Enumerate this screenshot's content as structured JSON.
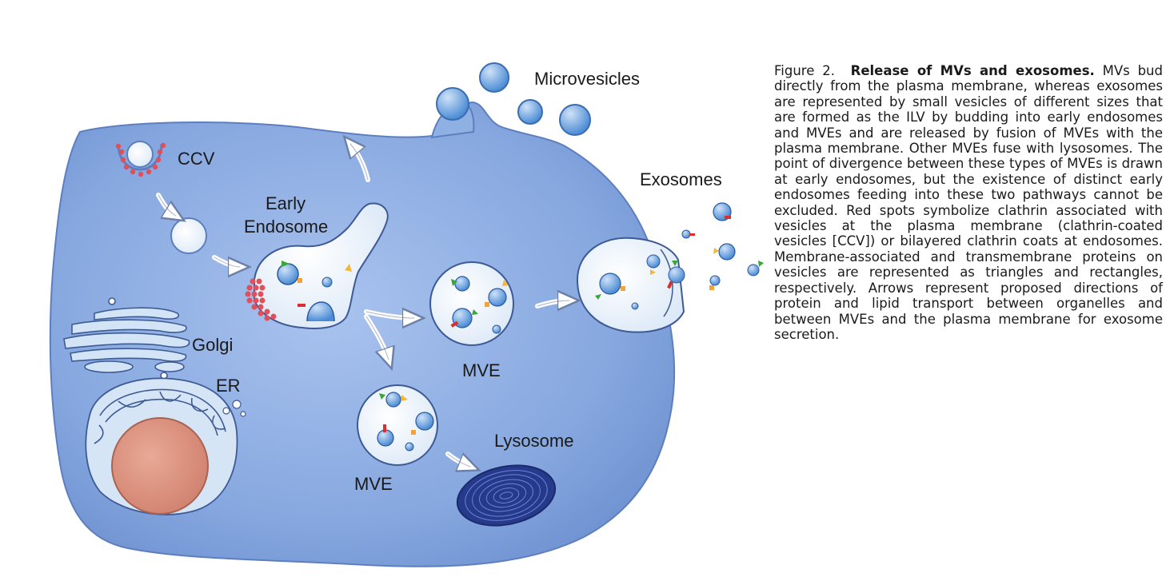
{
  "labels": {
    "microvesicles": "Microvesicles",
    "ccv": "CCV",
    "early_endosome_line1": "Early",
    "early_endosome_line2": "Endosome",
    "exosomes": "Exosomes",
    "golgi": "Golgi",
    "er": "ER",
    "mve_upper": "MVE",
    "mve_lower": "MVE",
    "lysosome": "Lysosome"
  },
  "caption": {
    "figure_number": "Figure 2.",
    "title": "Release of MVs and exosomes.",
    "body": "MVs bud directly from the plasma membrane, whereas exosomes are represented by small vesicles of different sizes that are formed as the ILV by budding into early endosomes and MVEs and are released by fusion of MVEs with the plasma membrane. Other MVEs fuse with lysosomes. The point of divergence between these types of MVEs is drawn at early endosomes, but the existence of distinct early endosomes feeding into these two pathways cannot be excluded. Red spots symbolize clathrin associated with vesicles at the plasma membrane (clathrin-coated vesicles [CCV]) or bilayered clathrin coats at endosomes. Membrane-associated and transmembrane proteins on vesicles are represented as triangles and rectangles, respectively. Arrows represent proposed directions of protein and lipid transport between organelles and between MVEs and the plasma membrane for exosome secretion."
  },
  "colors": {
    "cell": "#86a7df",
    "vesicle": "#eef4fb",
    "ilv": "#4f91d8",
    "clathrin": "#e0505a",
    "nucleus": "#d98f7d",
    "lysosome": "#263a8c",
    "triangle_green": "#3aa63a",
    "triangle_yellow": "#f3b73a",
    "rect_orange": "#f2a33a",
    "rect_red": "#d83030"
  }
}
